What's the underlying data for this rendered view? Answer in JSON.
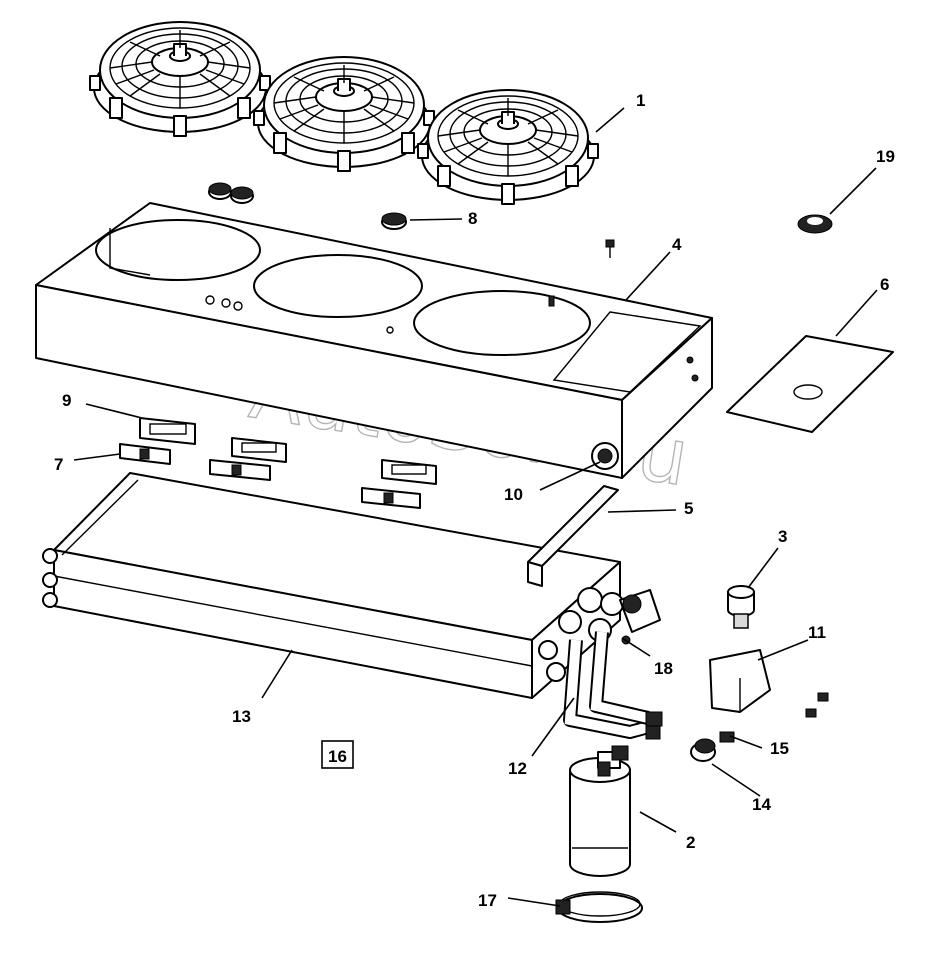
{
  "diagram": {
    "watermark": "AutoSoft.ru",
    "callouts": [
      {
        "id": "c1",
        "text": "1"
      },
      {
        "id": "c2",
        "text": "2"
      },
      {
        "id": "c3",
        "text": "3"
      },
      {
        "id": "c4",
        "text": "4"
      },
      {
        "id": "c5",
        "text": "5"
      },
      {
        "id": "c6",
        "text": "6"
      },
      {
        "id": "c7",
        "text": "7"
      },
      {
        "id": "c8",
        "text": "8"
      },
      {
        "id": "c9",
        "text": "9"
      },
      {
        "id": "c10",
        "text": "10"
      },
      {
        "id": "c11",
        "text": "11"
      },
      {
        "id": "c12",
        "text": "12"
      },
      {
        "id": "c13",
        "text": "13"
      },
      {
        "id": "c14",
        "text": "14"
      },
      {
        "id": "c15",
        "text": "15"
      },
      {
        "id": "c16",
        "text": "16"
      },
      {
        "id": "c17",
        "text": "17"
      },
      {
        "id": "c18",
        "text": "18"
      },
      {
        "id": "c19",
        "text": "19"
      }
    ]
  }
}
